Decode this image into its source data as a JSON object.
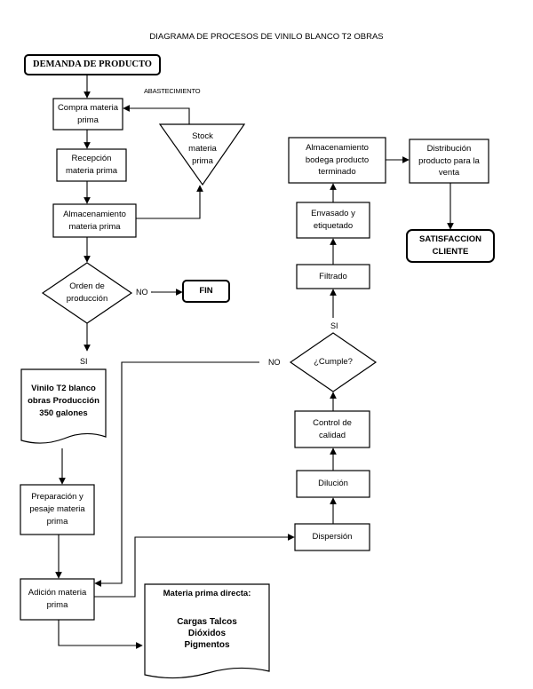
{
  "title": "DIAGRAMA DE PROCESOS DE VINILO BLANCO T2  OBRAS",
  "nodes": {
    "demanda": "DEMANDA DE PRODUCTO",
    "compra": "Compra materia prima",
    "recepcion": "Recepción materia prima",
    "almacenamiento_mp": "Almacenamiento materia prima",
    "stock": "Stock materia prima",
    "orden": "Orden de producción",
    "fin": "FIN",
    "vinilo_doc": "Vinilo T2 blanco obras Producción 350 galones",
    "preparacion": "Preparación y pesaje materia prima",
    "adicion": "Adición materia prima",
    "materia_directa_title": "Materia prima directa:",
    "materia_directa_items": "Cargas Talcos Dióxidos Pigmentos",
    "dispersion": "Dispersión",
    "dilucion": "Dilución",
    "control": "Control de calidad",
    "cumple": "¿Cumple?",
    "filtrado": "Filtrado",
    "envasado": "Envasado y etiquetado",
    "almacenamiento_pt": "Almacenamiento bodega producto terminado",
    "distribucion": "Distribución producto para la venta",
    "satisfaccion": "SATISFACCION CLIENTE"
  },
  "labels": {
    "abastecimiento": "ABASTECIMIENTO",
    "orden_no": "NO",
    "orden_si": "SI",
    "cumple_no": "NO",
    "cumple_si": "SI"
  }
}
